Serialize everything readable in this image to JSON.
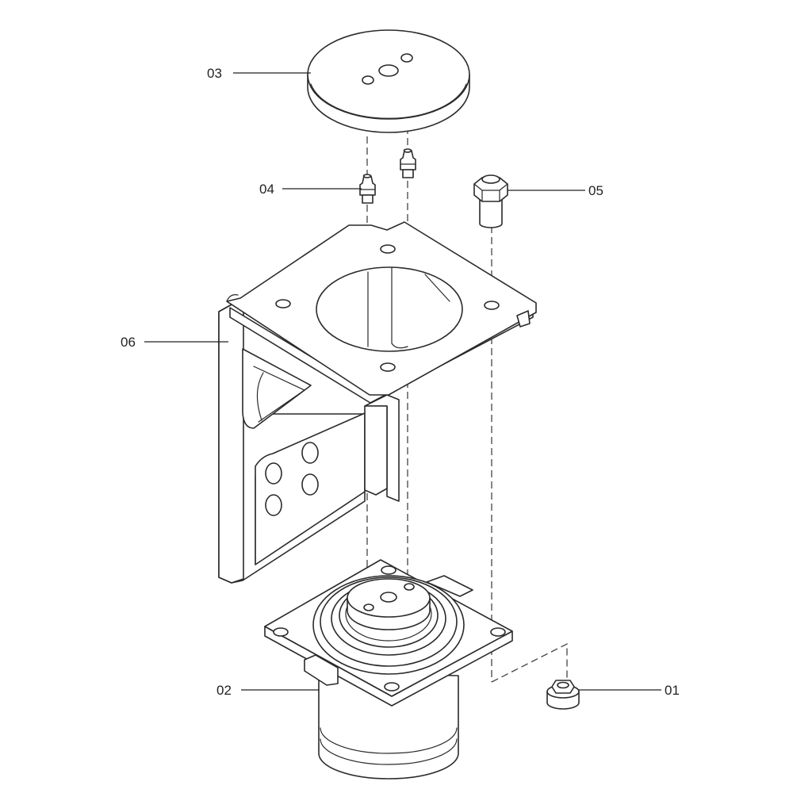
{
  "callouts": [
    {
      "id": "01",
      "text": "01",
      "part": "flange-nut"
    },
    {
      "id": "02",
      "text": "02",
      "part": "mount-base"
    },
    {
      "id": "03",
      "text": "03",
      "part": "top-cap"
    },
    {
      "id": "04",
      "text": "04",
      "part": "locating-pins"
    },
    {
      "id": "05",
      "text": "05",
      "part": "hex-bolt"
    },
    {
      "id": "06",
      "text": "06",
      "part": "bracket"
    }
  ],
  "colors": {
    "line": "#2a2a2a",
    "background": "#ffffff"
  }
}
